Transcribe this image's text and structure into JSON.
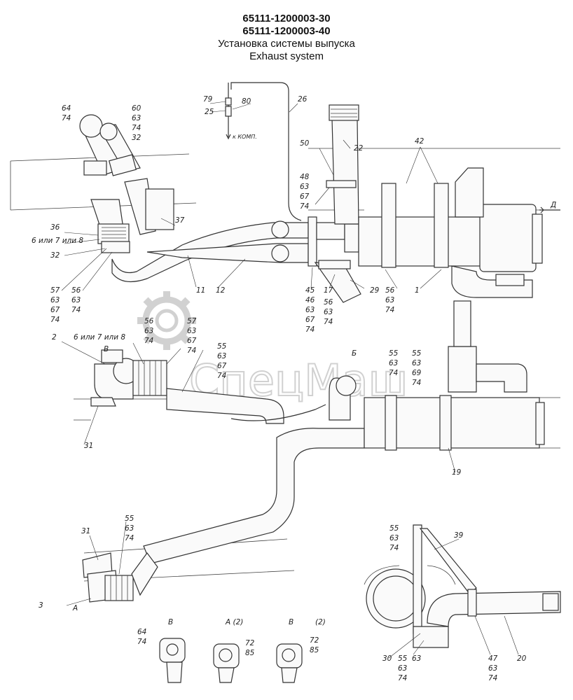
{
  "header": {
    "code1": "65111-1200003-30",
    "code2": "65111-1200003-40",
    "title_ru": "Установка системы выпуска",
    "title_en": "Exhaust system"
  },
  "watermark": {
    "text": "СпецМаш",
    "color": "#c9c9c9"
  },
  "views": {
    "b": "Б",
    "d": "Д",
    "a": "А",
    "v": "В",
    "a2": "А (2)",
    "v1": "В",
    "v2": "В",
    "v2n": "(2)"
  },
  "labels": {
    "l79": "79",
    "l25": "25",
    "l80": "80",
    "l26": "26",
    "tocomp": "к КОМП.",
    "l64a": "64",
    "l74a": "74",
    "l60": "60",
    "l63a": "63",
    "l74b": "74",
    "l32a": "32",
    "l50": "50",
    "l22": "22",
    "l42": "42",
    "l48": "48",
    "l63b": "63",
    "l67b": "67",
    "l74c": "74",
    "l36": "36",
    "l6or7": "6 или 7 или 8",
    "l32b": "32",
    "l37": "37",
    "l57a": "57",
    "l63c": "63",
    "l67c": "67",
    "l74d": "74",
    "l56a": "56",
    "l63d": "63",
    "l74e": "74",
    "l11": "11",
    "l12": "12",
    "l45": "45",
    "l46": "46",
    "l63e": "63",
    "l67e": "67",
    "l74f": "74",
    "l17": "17",
    "l56b": "56",
    "l63f": "63",
    "l74g": "74",
    "l29": "29",
    "l56c": "56",
    "l63g": "63",
    "l74h": "74",
    "l1": "1",
    "l2": "2",
    "l6or7b": "6 или 7 или 8",
    "l56d": "56",
    "l63h": "63",
    "l74i": "74",
    "l57b": "57",
    "l63i": "63",
    "l67i": "67",
    "l74j": "74",
    "l55a": "55",
    "l63j": "63",
    "l67j": "67",
    "l74k": "74",
    "l55b": "55",
    "l63k": "63",
    "l74l": "74",
    "l55c": "55",
    "l63l": "63",
    "l69": "69",
    "l74m": "74",
    "l31a": "31",
    "l19": "19",
    "l55d": "55",
    "l63m": "63",
    "l74n": "74",
    "l31b": "31",
    "l3": "3",
    "l55e": "55",
    "l63n": "63",
    "l74o": "74",
    "l39": "39",
    "l64b": "64",
    "l74p": "74",
    "l72a": "72",
    "l85a": "85",
    "l72b": "72",
    "l85b": "85",
    "l30": "30",
    "l55f": "55",
    "l63o": "63",
    "l74q": "74",
    "l63p": "63",
    "l47": "47",
    "l63q": "63",
    "l74r": "74",
    "l20": "20"
  }
}
